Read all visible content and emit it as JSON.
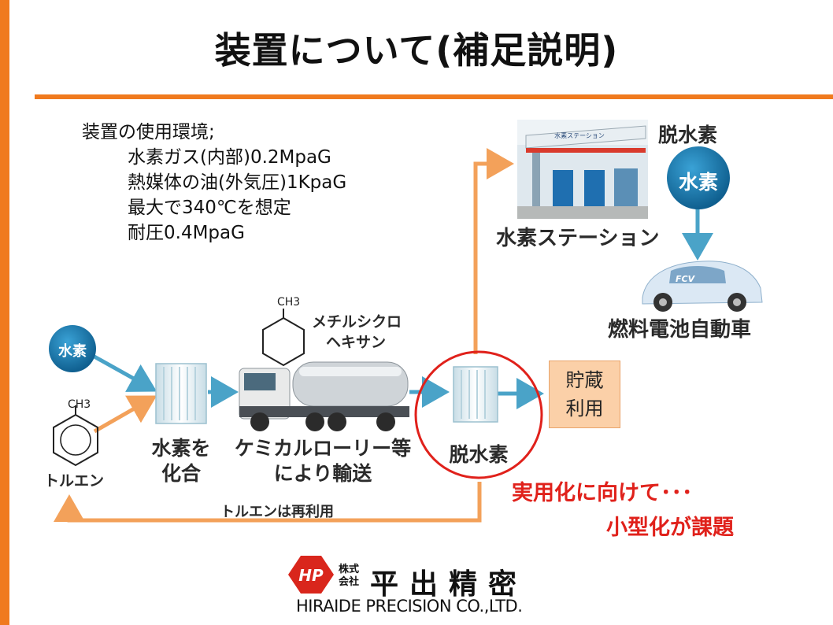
{
  "title": "装置について(補足説明)",
  "environment": {
    "heading": "装置の使用環境;",
    "lines": [
      "水素ガス(内部)0.2MpaG",
      "熱媒体の油(外気圧)1KpaG",
      "最大で340℃を想定",
      "耐圧0.4MpaG"
    ]
  },
  "diagram": {
    "hydrogen_circle": "水素",
    "toluene": "トルエン",
    "ch3": "CH3",
    "combine": [
      "水素を",
      "化合"
    ],
    "methylcyclohexane": [
      "メチルシクロ",
      "ヘキサン"
    ],
    "truck": [
      "ケミカルローリー等",
      "により輸送"
    ],
    "dehydrogenation": "脱水素",
    "storage": [
      "貯蔵",
      "利用"
    ],
    "toluene_reuse": "トルエンは再利用",
    "station": "水素ステーション",
    "station_sign": "水素ステーション",
    "right_heading": "脱水素",
    "right_circle": "水素",
    "fcv": "燃料電池自動車",
    "fcv_badge": "FCV"
  },
  "callout": [
    "実用化に向けて･･･",
    "小型化が課題"
  ],
  "company": {
    "kk_top": "株式",
    "kk_bottom": "会社",
    "name": "平出精密",
    "english": "HIRAIDE PRECISION CO.,LTD."
  },
  "colors": {
    "accent": "#f07a1e",
    "blue_arrow": "#4aa3c8",
    "orange_arrow": "#f3a15a",
    "callout_red": "#e0211b",
    "hydrogen_circle": "#1e80b4"
  }
}
